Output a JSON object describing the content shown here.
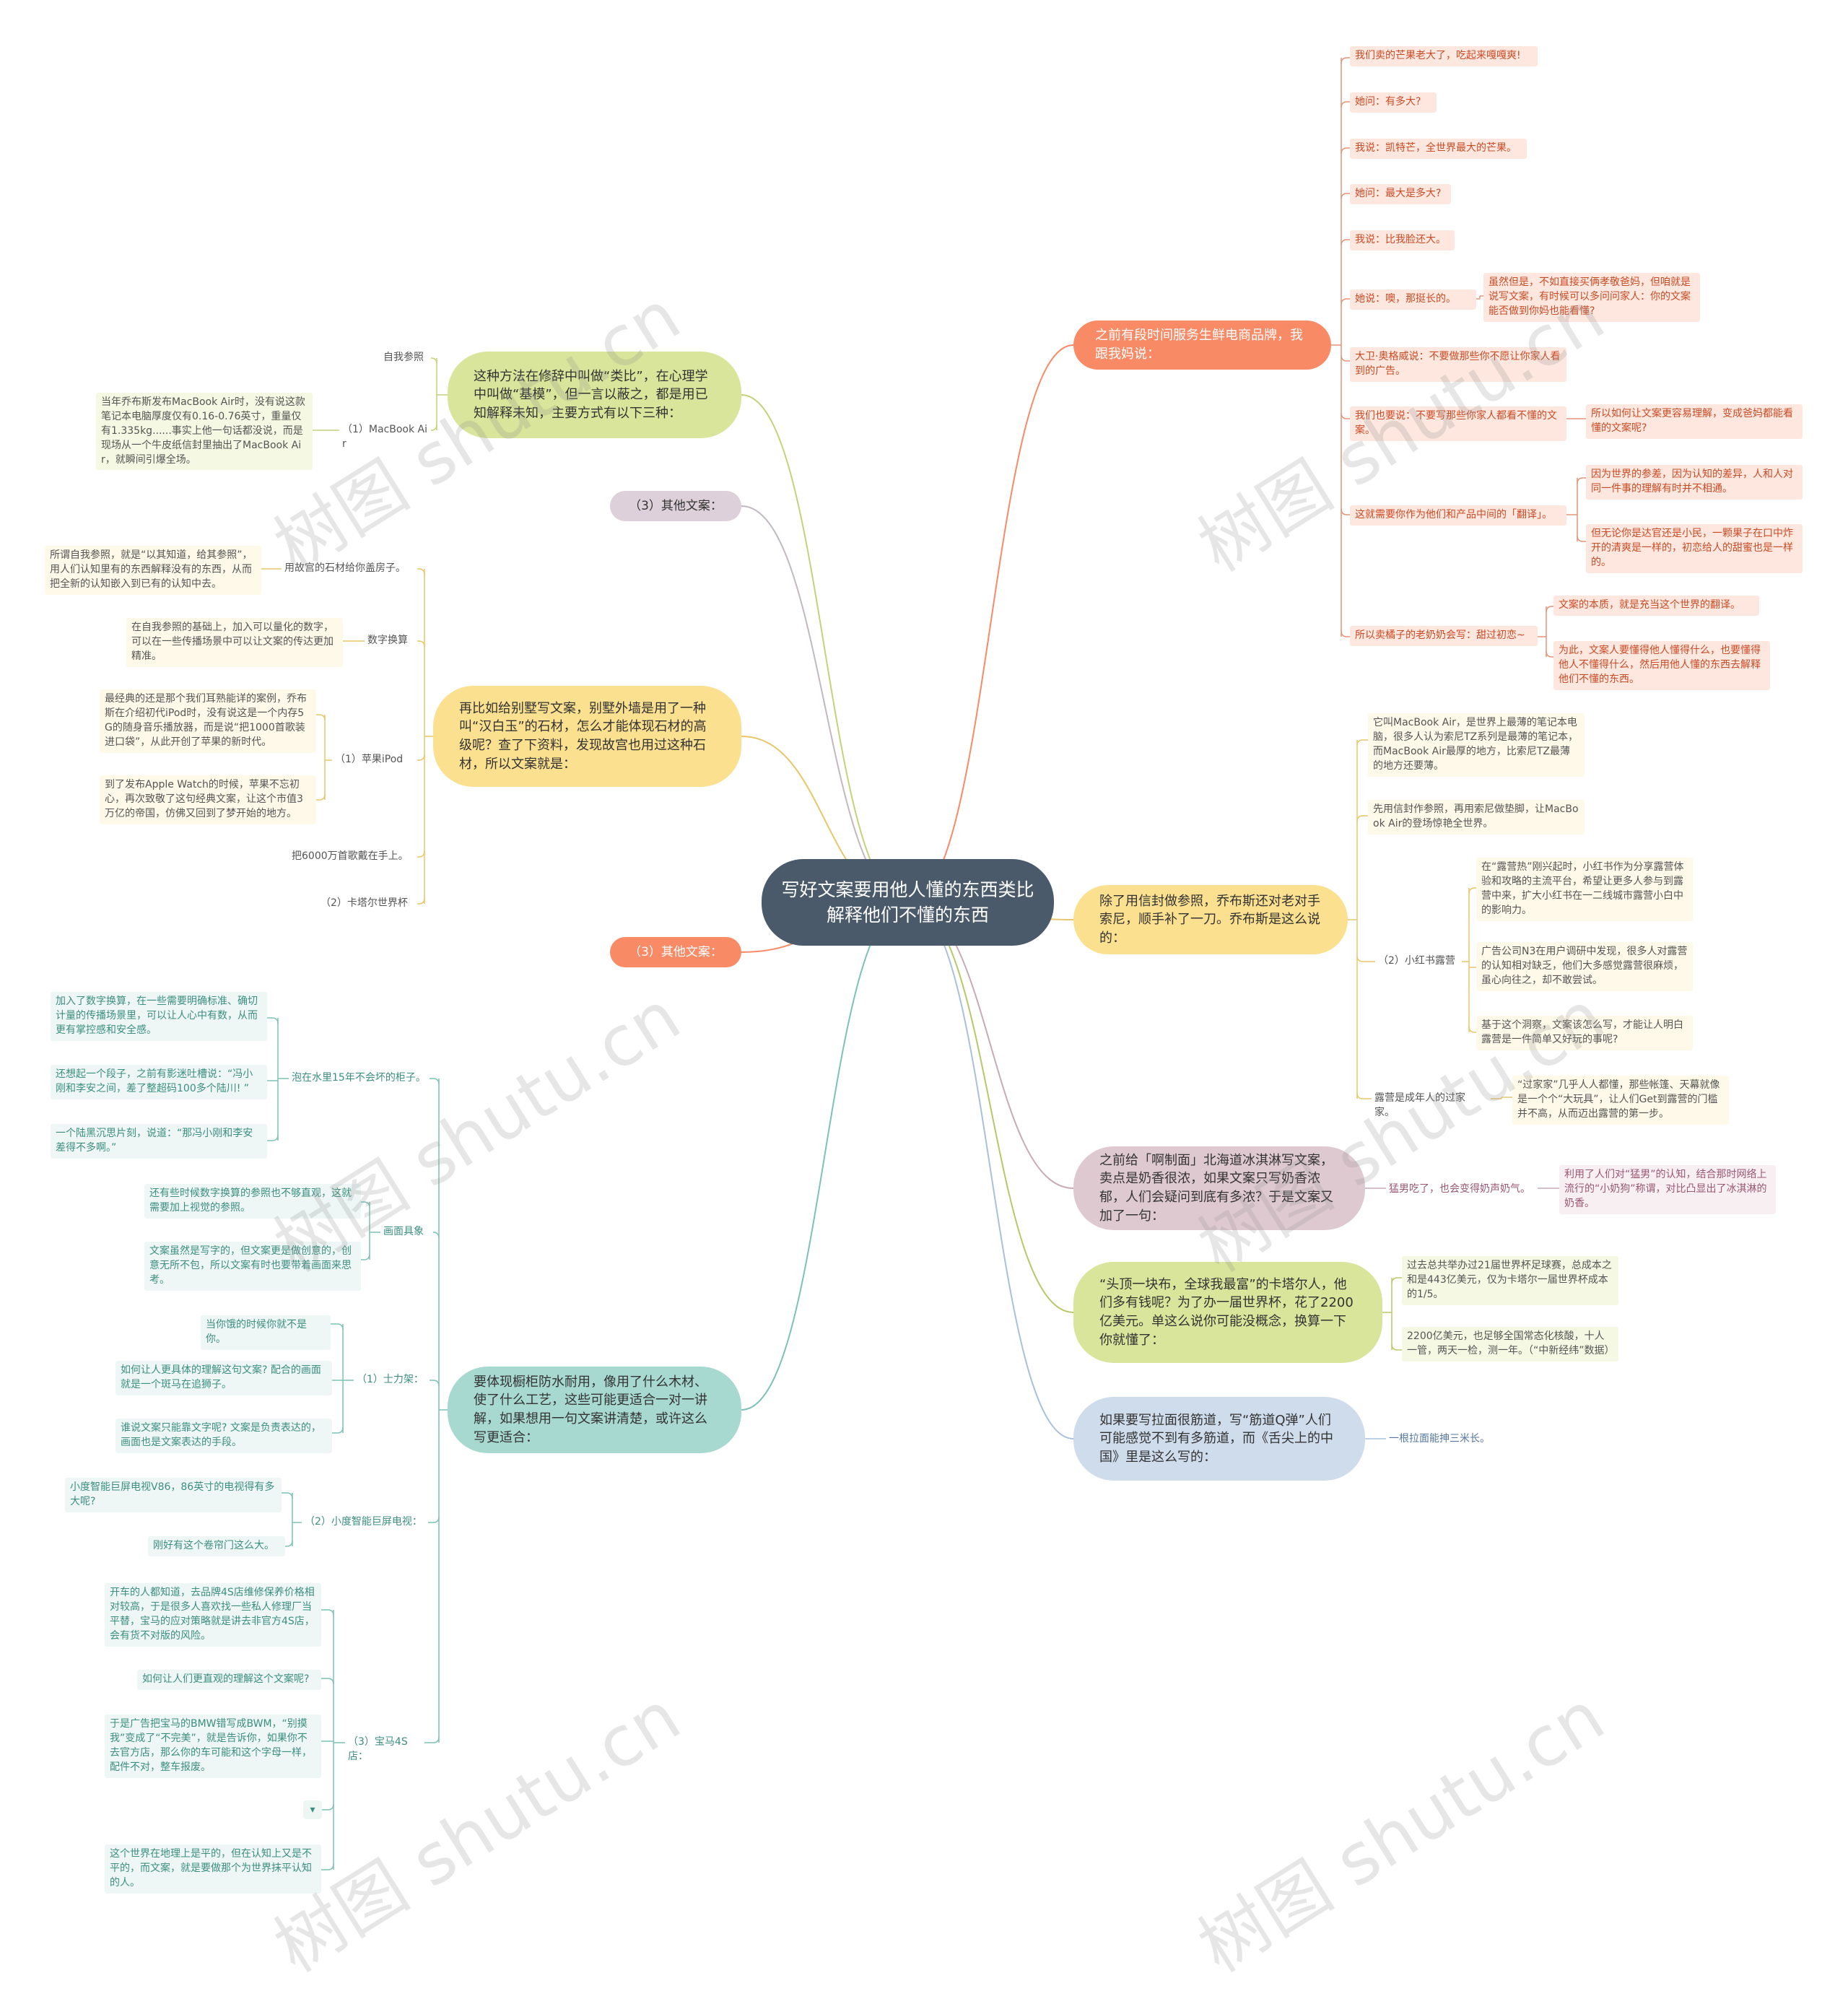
{
  "root": "写好文案要用他人懂的东西类比解释他们不懂的东西",
  "watermark": "树图 shutu.cn",
  "toggle_icon": "▾",
  "colors": {
    "rootFill": "#4a5a6a",
    "orange": "#f98a66",
    "orangeLeaf": "#fde7df",
    "orangeText": "#c94b25",
    "yellow": "#fbe08f",
    "yellowLeaf": "#fef9e8",
    "green": "#d8e59a",
    "greenLeaf": "#f5f8e3",
    "pink": "#dfc9d0",
    "pinkLeaf": "#f8eff2",
    "blue": "#cfdcec",
    "blueLeaf": "#edf3fa",
    "teal": "#a7d9d1",
    "tealLeaf": "#eef7f5",
    "grayPink": "#ddd0da"
  },
  "branches": {
    "b1": "之前有段时间服务生鲜电商品牌，我跟我妈说：",
    "b2": "除了用信封做参照，乔布斯还对老对手索尼，顺手补了一刀。乔布斯是这么说的：",
    "b3": "之前给「啊制面」北海道冰淇淋写文案，卖点是奶香很浓，如果文案只写奶香浓郁，人们会疑问到底有多浓？于是文案又加了一句：",
    "b4": "“头顶一块布，全球我最富”的卡塔尔人，他们多有钱呢？为了办一届世界杯，花了2200亿美元。单这么说你可能没概念，换算一下你就懂了：",
    "b5": "如果要写拉面很筋道，写“筋道Q弹”人们可能感觉不到有多筋道，而《舌尖上的中国》里是这么写的：",
    "l1": "这种方法在修辞中叫做“类比”，在心理学中叫做“基模”，但一言以蔽之，都是用已知解释未知，主要方式有以下三种：",
    "l2": "（3）其他文案：",
    "l3": "再比如给别墅写文案，别墅外墙是用了一种叫“汉白玉”的石材，怎么才能体现石材的高级呢？查了下资料，发现故宫也用过这种石材，所以文案就是：",
    "l4": "（3）其他文案：",
    "l5": "要体现橱柜防水耐用，像用了什么木材、使了什么工艺，这些可能更适合一对一讲解，如果想用一句文案讲清楚，或许这么写更适合："
  },
  "mango": [
    "我们卖的芒果老大了，吃起来嘎嘎爽!",
    "她问：有多大?",
    "我说：凯特芒，全世界最大的芒果。",
    "她问：最大是多大?",
    "我说：比我脸还大。",
    "她说：噢，那挺长的。",
    "虽然但是，不如直接买俩孝敬爸妈，但咱就是说写文案，有时候可以多问问家人：你的文案能否做到你妈也能看懂?",
    "大卫·奥格威说：不要做那些你不愿让你家人看到的广告。",
    "我们也要说：不要写那些你家人都看不懂的文案。",
    "所以如何让文案更容易理解，变成爸妈都能看懂的文案呢?",
    "这就需要你作为他们和产品中间的「翻译」。",
    "因为世界的参差，因为认知的差异，人和人对同一件事的理解有时并不相通。",
    "但无论你是达官还是小民，一颗果子在口中炸开的清爽是一样的，初恋给人的甜蜜也是一样的。",
    "所以卖橘子的老奶奶会写：甜过初恋~",
    "文案的本质，就是充当这个世界的翻译。",
    "为此，文案人要懂得他人懂得什么，也要懂得他人不懂得什么，然后用他人懂的东西去解释他们不懂的东西。"
  ],
  "mac": [
    "它叫MacBook Air，是世界上最薄的笔记本电脑，很多人认为索尼TZ系列是最薄的笔记本，而MacBook Air最厚的地方，比索尼TZ最薄的地方还要薄。",
    "先用信封作参照，再用索尼做垫脚，让MacBook Air的登场惊艳全世界。",
    "（2）小红书露营",
    "在“露营热”刚兴起时，小红书作为分享露营体验和攻略的主流平台，希望让更多人参与到露营中来，扩大小红书在一二线城市露营小白中的影响力。",
    "广告公司N3在用户调研中发现，很多人对露营的认知相对缺乏，他们大多感觉露营很麻烦，虽心向往之，却不敢尝试。",
    "基于这个洞察，文案该怎么写，才能让人明白露营是一件简单又好玩的事呢?",
    "露营是成年人的过家家。",
    "“过家家”几乎人人都懂，那些帐篷、天幕就像是一个个“大玩具”，让人们Get到露营的门槛并不高，从而迈出露营的第一步。"
  ],
  "icecream": [
    "猛男吃了，也会变得奶声奶气。",
    "利用了人们对“猛男”的认知，结合那时网络上流行的“小奶狗”称谓，对比凸显出了冰淇淋的奶香。"
  ],
  "qatar": [
    "过去总共举办过21届世界杯足球赛，总成本之和是443亿美元，仅为卡塔尔一届世界杯成本的1/5。",
    "2200亿美元，也足够全国常态化核酸，十人一管，两天一检，测一年。（“中新经纬”数据）"
  ],
  "noodle": [
    "一根拉面能抻三米长。"
  ],
  "green": [
    "自我参照",
    "（1）MacBook Air",
    "当年乔布斯发布MacBook Air时，没有说这款笔记本电脑厚度仅有0.16-0.76英寸，重量仅有1.335kg......事实上他一句话都没说，而是现场从一个牛皮纸信封里抽出了MacBook Air，就瞬间引爆全场。"
  ],
  "yellow": [
    "用故宫的石材给你盖房子。",
    "所谓自我参照，就是“以其知道，给其参照”，用人们认知里有的东西解释没有的东西，从而把全新的认知嵌入到已有的认知中去。",
    "数字换算",
    "在自我参照的基础上，加入可以量化的数字，可以在一些传播场景中可以让文案的传达更加精准。",
    "（1）苹果iPod",
    "最经典的还是那个我们耳熟能详的案例，乔布斯在介绍初代iPod时，没有说这是一个内存5G的随身音乐播放器，而是说“把1000首歌装进口袋”，从此开创了苹果的新时代。",
    "到了发布Apple Watch的时候，苹果不忘初心，再次致敬了这句经典文案，让这个市值3万亿的帝国，仿佛又回到了梦开始的地方。",
    "把6000万首歌戴在手上。",
    "（2）卡塔尔世界杯"
  ],
  "teal": [
    "泡在水里15年不会坏的柜子。",
    "加入了数字换算，在一些需要明确标准、确切计量的传播场景里，可以让人心中有数，从而更有掌控感和安全感。",
    "还想起一个段子，之前有影迷吐槽说：“冯小刚和李安之间，差了整超码100多个陆川! ”",
    "一个陆黑沉思片刻，说道：“那冯小刚和李安差得不多啊。”",
    "画面具象",
    "还有些时候数字换算的参照也不够直观，这就需要加上视觉的参照。",
    "文案虽然是写字的，但文案更是做创意的，创意无所不包，所以文案有时也要带着画面来思考。",
    "（1）士力架：",
    "当你饿的时候你就不是你。",
    "如何让人更具体的理解这句文案? 配合的画面就是一个斑马在追狮子。",
    "谁说文案只能靠文字呢? 文案是负责表达的，画面也是文案表达的手段。",
    "（2）小度智能巨屏电视：",
    "小度智能巨屏电视V86，86英寸的电视得有多大呢?",
    "刚好有这个卷帘门这么大。",
    "（3）宝马4S店：",
    "开车的人都知道，去品牌4S店维修保养价格相对较高，于是很多人喜欢找一些私人修理厂当平替，宝马的应对策略就是讲去非官方4S店，会有货不对版的风险。",
    "如何让人们更直观的理解这个文案呢?",
    "于是广告把宝马的BMW错写成BWM，“别摸我”变成了“不完美”，就是告诉你，如果你不去官方店，那么你的车可能和这个字母一样，配件不对，整车报废。",
    "这个世界在地理上是平的，但在认知上又是不平的，而文案，就是要做那个为世界抹平认知的人。"
  ]
}
